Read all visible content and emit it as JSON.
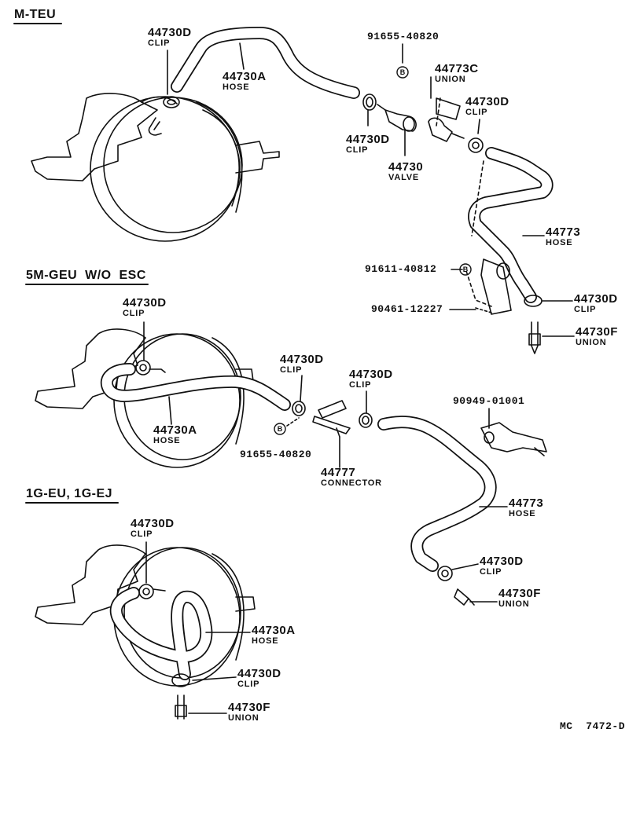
{
  "sections": [
    {
      "title": "M-TEU"
    },
    {
      "title": "5M-GEU  W/O  ESC"
    },
    {
      "title": "1G-EU, 1G-EJ"
    }
  ],
  "labels": {
    "a1": {
      "pn": "44730D",
      "nm": "CLIP"
    },
    "a2": {
      "pn": "44730A",
      "nm": "HOSE"
    },
    "a3": {
      "pn": "91655-40820"
    },
    "a4": {
      "pn": "44773C",
      "nm": "UNION"
    },
    "a5": {
      "pn": "44730D",
      "nm": "CLIP"
    },
    "a6": {
      "pn": "44730D",
      "nm": "CLIP"
    },
    "a7": {
      "pn": "44730",
      "nm": "VALVE"
    },
    "a8": {
      "pn": "44773",
      "nm": "HOSE"
    },
    "a9": {
      "pn": "91611-40812"
    },
    "a10": {
      "pn": "90461-12227"
    },
    "a11": {
      "pn": "44730D",
      "nm": "CLIP"
    },
    "a12": {
      "pn": "44730F",
      "nm": "UNION"
    },
    "b1": {
      "pn": "44730D",
      "nm": "CLIP"
    },
    "b2": {
      "pn": "44730A",
      "nm": "HOSE"
    },
    "b3": {
      "pn": "44730D",
      "nm": "CLIP"
    },
    "b4": {
      "pn": "44730D",
      "nm": "CLIP"
    },
    "b5": {
      "pn": "91655-40820"
    },
    "b6": {
      "pn": "44777",
      "nm": "CONNECTOR"
    },
    "b7": {
      "pn": "90949-01001"
    },
    "b8": {
      "pn": "44773",
      "nm": "HOSE"
    },
    "b9": {
      "pn": "44730D",
      "nm": "CLIP"
    },
    "b10": {
      "pn": "44730F",
      "nm": "UNION"
    },
    "c1": {
      "pn": "44730D",
      "nm": "CLIP"
    },
    "c2": {
      "pn": "44730A",
      "nm": "HOSE"
    },
    "c3": {
      "pn": "44730D",
      "nm": "CLIP"
    },
    "c4": {
      "pn": "44730F",
      "nm": "UNION"
    }
  },
  "bolt_mark": "B",
  "reference_code": "MC  7472-D"
}
